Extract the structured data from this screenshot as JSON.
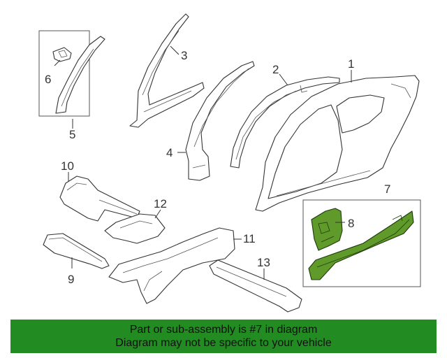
{
  "diagram": {
    "callouts": {
      "c1": "1",
      "c2": "2",
      "c3": "3",
      "c4": "4",
      "c5": "5",
      "c6": "6",
      "c7": "7",
      "c8": "8",
      "c9": "9",
      "c10": "10",
      "c11": "11",
      "c12": "12",
      "c13": "13"
    },
    "highlighted_part": "7",
    "highlight_color": "#5f9a2a"
  },
  "banner": {
    "line1": "Part or sub-assembly is #7 in diagram",
    "line2": "Diagram may not be specific to your vehicle",
    "background": "#228B22"
  }
}
